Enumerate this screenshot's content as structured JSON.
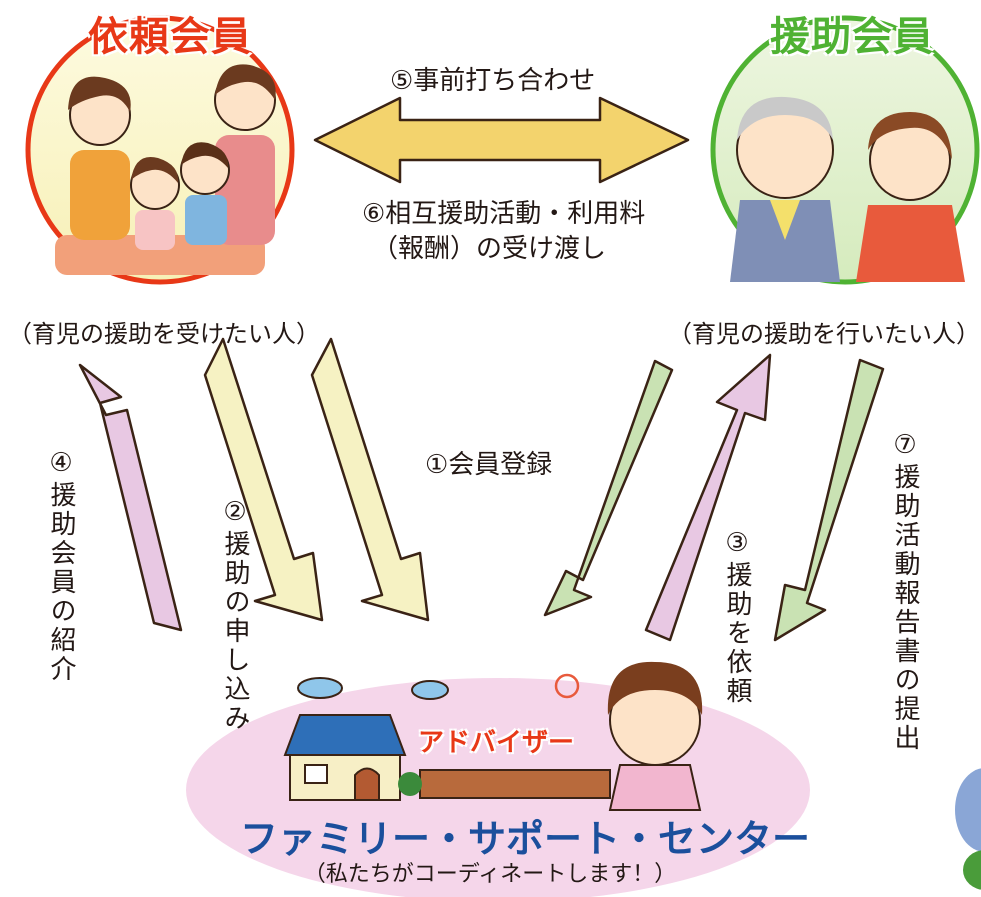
{
  "requester": {
    "title": "依頼会員",
    "subtitle": "（育児の援助を受けたい人）"
  },
  "supporter": {
    "title": "援助会員",
    "subtitle": "（育児の援助を行いたい人）"
  },
  "steps": {
    "s1": "①会員登録",
    "s2": "②援助の申し込み",
    "s3": "③援助を依頼",
    "s4": "④援助会員の紹介",
    "s5": "⑤事前打ち合わせ",
    "s6_line1": "⑥相互援助活動・利用料",
    "s6_line2": "（報酬）の受け渡し",
    "s7": "⑦援助活動報告書の提出"
  },
  "center": {
    "adviser": "アドバイザー",
    "name": "ファミリー・サポート・センター",
    "subtitle": "（私たちがコーディネートします！）"
  },
  "colors": {
    "requester_accent": "#e83817",
    "supporter_accent": "#4fb233",
    "center_ellipse": "#f5d6ea",
    "yellow_arrow": "#f6f2c3",
    "green_arrow": "#c9e2b3",
    "pink_arrow": "#e8c8e3",
    "exchange_arrow": "#f3d36d",
    "center_title": "#1b4f9c"
  }
}
